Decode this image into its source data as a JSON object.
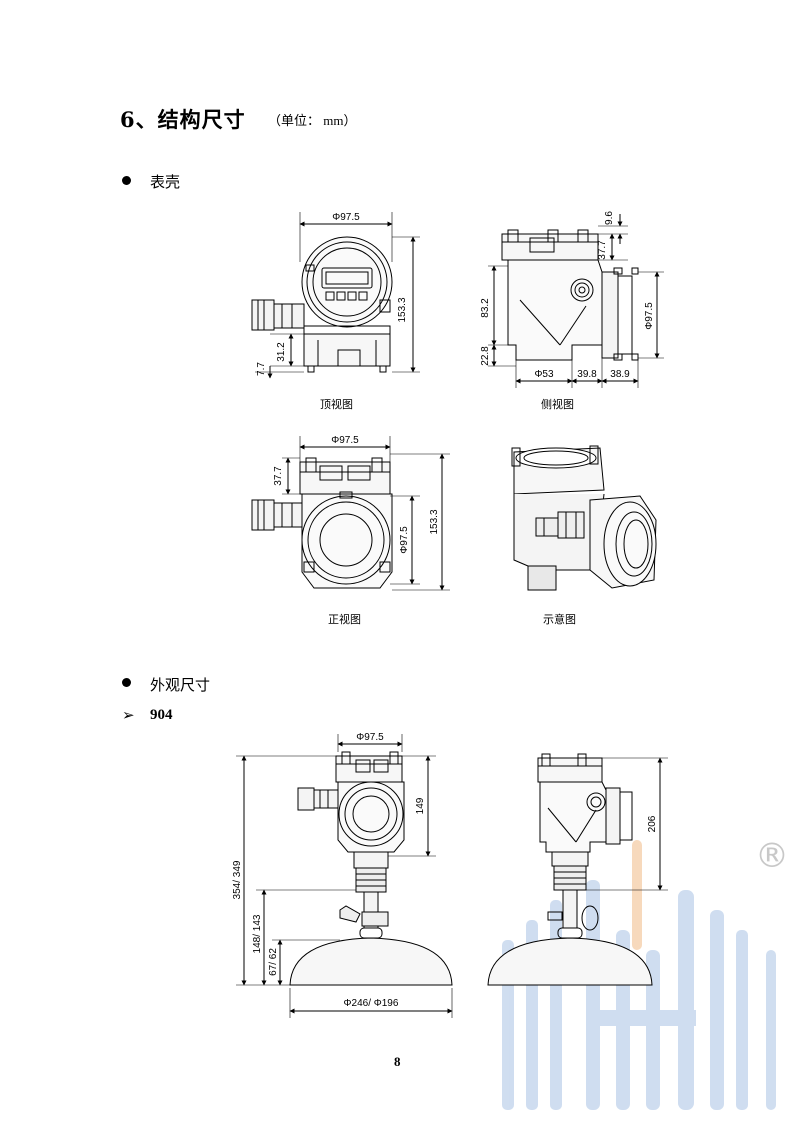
{
  "header": {
    "title": "6、结构尺寸",
    "unit_note": "（单位： mm）"
  },
  "sections": {
    "housing_label": "表壳",
    "appearance_label": "外观尺寸",
    "model_marker": "➢",
    "model_number": "904"
  },
  "housing_views": {
    "top": {
      "caption": "顶视图",
      "dim_diameter": "Φ97.5",
      "dim_height": "153.3",
      "dim_mid": "31.2",
      "dim_bottom": "7.7"
    },
    "side": {
      "caption": "侧视图",
      "dim_top": "9.6",
      "dim_cap": "37.7",
      "dim_body": "83.2",
      "dim_base": "22.8",
      "dim_neck": "Φ53",
      "dim_w1": "39.8",
      "dim_w2": "38.9",
      "dim_cover": "Φ97.5"
    },
    "front": {
      "caption": "正视图",
      "dim_diameter": "Φ97.5",
      "dim_cap": "37.7",
      "dim_cover": "Φ97.5",
      "dim_height": "153.3"
    },
    "iso": {
      "caption": "示意图"
    }
  },
  "model_904": {
    "front": {
      "dim_diameter": "Φ97.5",
      "dim_head": "149",
      "dim_total": "354/ 349",
      "dim_mid": "148/ 143",
      "dim_low": "67/ 62",
      "dim_horn": "Φ246/ Φ196"
    },
    "side": {
      "dim_total": "206"
    }
  },
  "footer": {
    "page_number": "8",
    "registered_mark": "®"
  },
  "colors": {
    "ink": "#000000",
    "part_fill": "#f4f4f4",
    "watermark_blue": "#bcd0ea",
    "watermark_orange": "#f3c9a0"
  }
}
